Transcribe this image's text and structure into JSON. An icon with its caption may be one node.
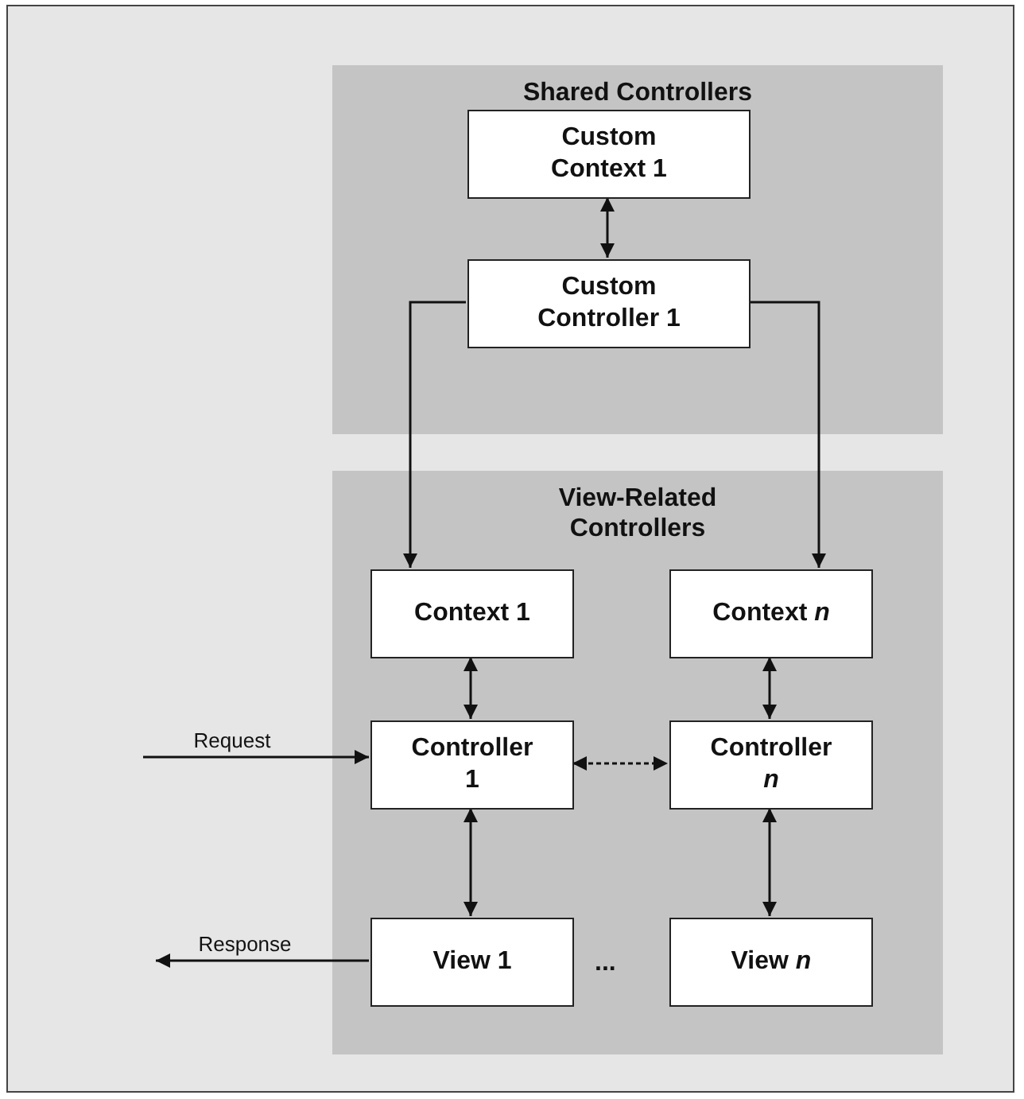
{
  "diagram": {
    "nodes": [
      {
        "text": [
          "Shared Controllers"
        ]
      },
      {
        "text": [
          "Custom Context 1"
        ],
        "in": 0
      },
      {
        "text": [
          "Custom Controller 1"
        ],
        "in": 0
      },
      {
        "text": [
          "View-Related Controllers"
        ]
      },
      {
        "text": [
          "Context 1"
        ],
        "in": 3
      },
      {
        "text": [
          "Context *n*"
        ],
        "in": 3
      },
      {
        "text": [
          "Controller 1"
        ],
        "in": 3
      },
      {
        "text": [
          "Controller *n*"
        ],
        "in": 3
      },
      {
        "text": [
          "View 1"
        ],
        "in": 3
      },
      {
        "text": [
          "View *n*"
        ],
        "in": 3
      },
      {
        "text": [
          "Request"
        ]
      },
      {
        "text": [
          "Response"
        ]
      }
    ],
    "edges": [
      {
        "from": 1,
        "to": 2,
        "arrow": "both"
      },
      {
        "from": 2,
        "to": 4,
        "arrow": "to"
      },
      {
        "from": 2,
        "to": 5,
        "arrow": "to"
      },
      {
        "from": 4,
        "to": 6,
        "arrow": "both"
      },
      {
        "from": 5,
        "to": 7,
        "arrow": "both"
      },
      {
        "from": 6,
        "to": 7,
        "arrow": "both",
        "style": "dashed"
      },
      {
        "from": 6,
        "to": 8,
        "arrow": "both"
      },
      {
        "from": 7,
        "to": 9,
        "arrow": "both"
      },
      {
        "from": 10,
        "to": 6,
        "arrow": "to"
      },
      {
        "from": 8,
        "to": 11,
        "arrow": "to"
      }
    ],
    "labels": [
      "..."
    ]
  }
}
